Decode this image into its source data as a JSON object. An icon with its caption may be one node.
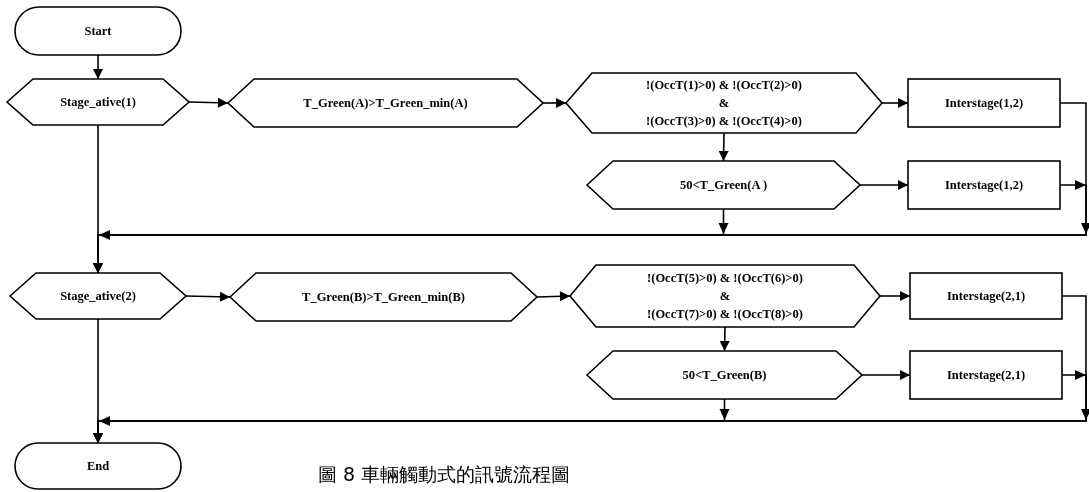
{
  "diagram": {
    "caption": "圖 8 車輛觸動式的訊號流程圖",
    "nodes": [
      {
        "text": [
          "Start"
        ]
      },
      {
        "text": [
          "Stage_ative(1)"
        ]
      },
      {
        "text": [
          "T_Green(A)>T_Green_min(A)"
        ]
      },
      {
        "text": [
          "!(OccT(1)>0) & !(OccT(2)>0)",
          "&",
          "!(OccT(3)>0) & !(OccT(4)>0)"
        ]
      },
      {
        "text": [
          "Interstage(1,2)"
        ]
      },
      {
        "text": [
          "50<T_Green(A )"
        ]
      },
      {
        "text": [
          "Interstage(1,2)"
        ]
      },
      {
        "text": [
          "Stage_ative(2)"
        ]
      },
      {
        "text": [
          "T_Green(B)>T_Green_min(B)"
        ]
      },
      {
        "text": [
          "!(OccT(5)>0) & !(OccT(6)>0)",
          "&",
          "!(OccT(7)>0) & !(OccT(8)>0)"
        ]
      },
      {
        "text": [
          "Interstage(2,1)"
        ]
      },
      {
        "text": [
          "50<T_Green(B)"
        ]
      },
      {
        "text": [
          "Interstage(2,1)"
        ]
      },
      {
        "text": [
          "End"
        ]
      }
    ],
    "edges": [
      {
        "from": 0,
        "to": 1,
        "arrow": "to"
      },
      {
        "from": 1,
        "to": 2,
        "arrow": "to"
      },
      {
        "from": 2,
        "to": 3,
        "arrow": "to"
      },
      {
        "from": 3,
        "to": 4,
        "arrow": "to"
      },
      {
        "from": 3,
        "to": 5,
        "arrow": "to"
      },
      {
        "from": 5,
        "to": 6,
        "arrow": "to"
      },
      {
        "from": 4,
        "to": 7,
        "arrow": "to"
      },
      {
        "from": 6,
        "to": 7,
        "arrow": "to"
      },
      {
        "from": 5,
        "to": 7,
        "arrow": "to"
      },
      {
        "from": 1,
        "to": 7,
        "arrow": "to"
      },
      {
        "from": 7,
        "to": 8,
        "arrow": "to"
      },
      {
        "from": 8,
        "to": 9,
        "arrow": "to"
      },
      {
        "from": 9,
        "to": 10,
        "arrow": "to"
      },
      {
        "from": 9,
        "to": 11,
        "arrow": "to"
      },
      {
        "from": 11,
        "to": 12,
        "arrow": "to"
      },
      {
        "from": 10,
        "to": 13,
        "arrow": "to"
      },
      {
        "from": 12,
        "to": 13,
        "arrow": "to"
      },
      {
        "from": 11,
        "to": 13,
        "arrow": "to"
      },
      {
        "from": 7,
        "to": 13,
        "arrow": "to"
      }
    ]
  }
}
